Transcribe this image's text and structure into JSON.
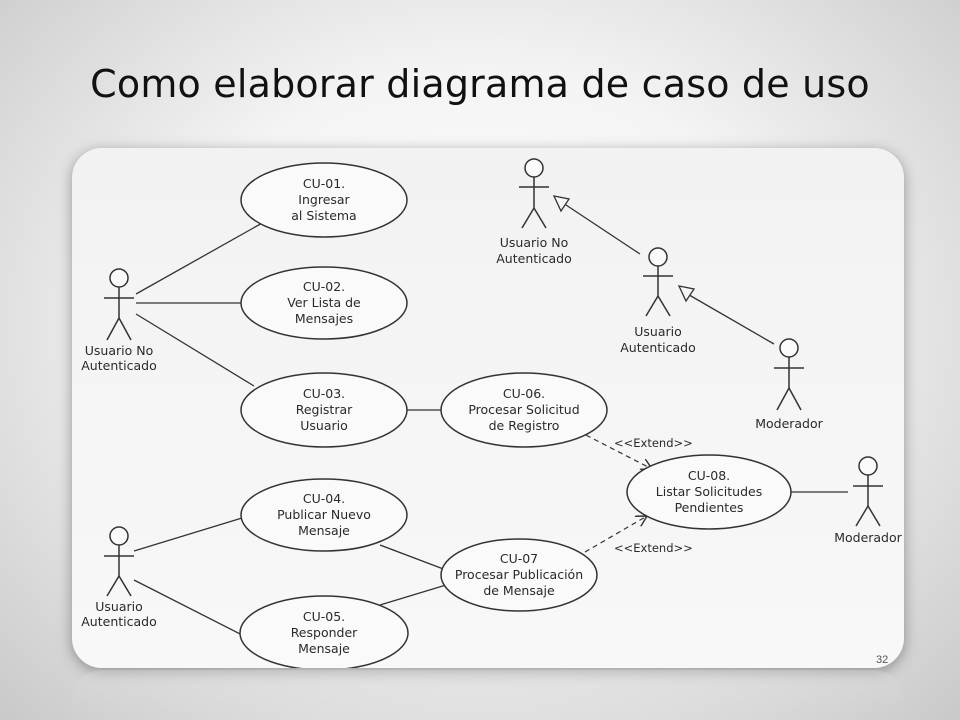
{
  "slide": {
    "title": "Como elaborar diagrama de caso de uso",
    "number": "32"
  },
  "diagram": {
    "use_cases": [
      {
        "id": "cu01",
        "lines": [
          "CU-01.",
          "Ingresar",
          "al Sistema"
        ]
      },
      {
        "id": "cu02",
        "lines": [
          "CU-02.",
          "Ver Lista de",
          "Mensajes"
        ]
      },
      {
        "id": "cu03",
        "lines": [
          "CU-03.",
          "Registrar",
          "Usuario"
        ]
      },
      {
        "id": "cu04",
        "lines": [
          "CU-04.",
          "Publicar Nuevo",
          "Mensaje"
        ]
      },
      {
        "id": "cu05",
        "lines": [
          "CU-05.",
          "Responder",
          "Mensaje"
        ]
      },
      {
        "id": "cu06",
        "lines": [
          "CU-06.",
          "Procesar Solicitud",
          "de Registro"
        ]
      },
      {
        "id": "cu07",
        "lines": [
          "CU-07",
          "Procesar Publicación",
          "de Mensaje"
        ]
      },
      {
        "id": "cu08",
        "lines": [
          "CU-08.",
          "Listar Solicitudes",
          "Pendientes"
        ]
      }
    ],
    "actors": [
      {
        "id": "actor_noauth",
        "lines": [
          "Usuario No",
          "Autenticado"
        ]
      },
      {
        "id": "actor_auth",
        "lines": [
          "Usuario",
          "Autenticado"
        ]
      },
      {
        "id": "actor_mod",
        "lines": [
          "Moderador"
        ]
      },
      {
        "id": "hier_noauth",
        "lines": [
          "Usuario No",
          "Autenticado"
        ]
      },
      {
        "id": "hier_auth",
        "lines": [
          "Usuario",
          "Autenticado"
        ]
      },
      {
        "id": "hier_mod",
        "lines": [
          "Moderador"
        ]
      }
    ],
    "extend_label": "<<Extend>>"
  }
}
